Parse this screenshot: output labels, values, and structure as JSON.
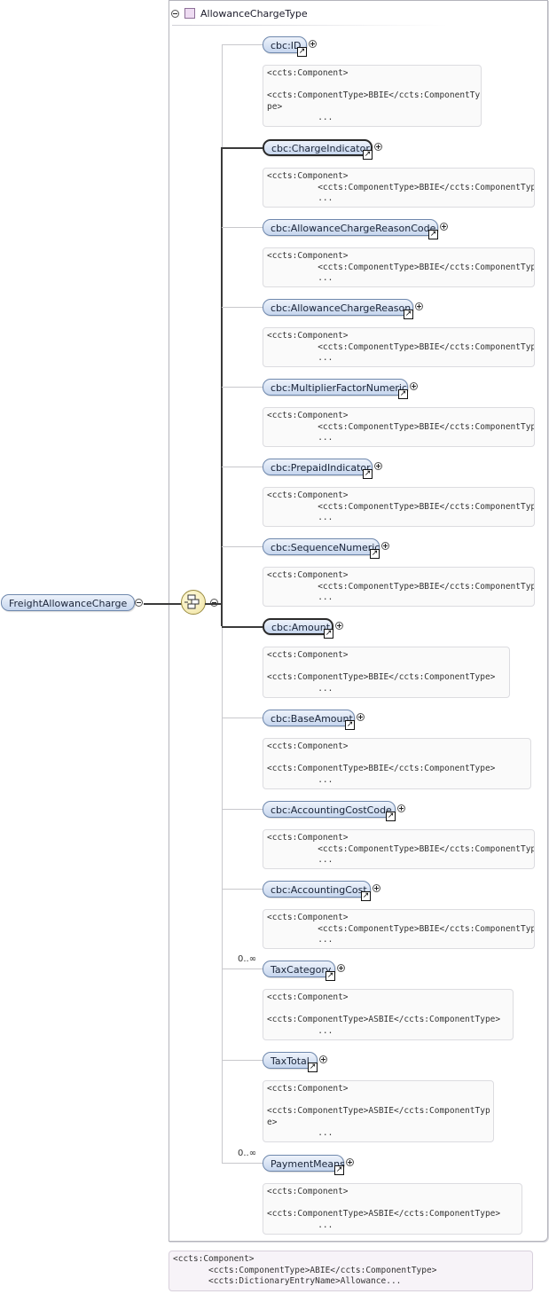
{
  "root": {
    "label": "FreightAllowanceCharge"
  },
  "type_header": {
    "label": "AllowanceChargeType"
  },
  "children": [
    {
      "label": "cbc:ID",
      "required": false,
      "occ": "",
      "doc": "<ccts:Component>\n\n<ccts:ComponentType>BBIE</ccts:ComponentTy\npe>\n          ..."
    },
    {
      "label": "cbc:ChargeIndicator",
      "required": true,
      "occ": "",
      "doc": "<ccts:Component>\n          <ccts:ComponentType>BBIE</ccts:ComponentType>\n          ..."
    },
    {
      "label": "cbc:AllowanceChargeReasonCode",
      "required": false,
      "occ": "",
      "doc": "<ccts:Component>\n          <ccts:ComponentType>BBIE</ccts:ComponentType>\n          ..."
    },
    {
      "label": "cbc:AllowanceChargeReason",
      "required": false,
      "occ": "",
      "doc": "<ccts:Component>\n          <ccts:ComponentType>BBIE</ccts:ComponentType>\n          ..."
    },
    {
      "label": "cbc:MultiplierFactorNumeric",
      "required": false,
      "occ": "",
      "doc": "<ccts:Component>\n          <ccts:ComponentType>BBIE</ccts:ComponentType>\n          ..."
    },
    {
      "label": "cbc:PrepaidIndicator",
      "required": false,
      "occ": "",
      "doc": "<ccts:Component>\n          <ccts:ComponentType>BBIE</ccts:ComponentType>\n          ..."
    },
    {
      "label": "cbc:SequenceNumeric",
      "required": false,
      "occ": "",
      "doc": "<ccts:Component>\n          <ccts:ComponentType>BBIE</ccts:ComponentType>\n          ..."
    },
    {
      "label": "cbc:Amount",
      "required": true,
      "occ": "",
      "doc": "<ccts:Component>\n\n<ccts:ComponentType>BBIE</ccts:ComponentType>\n          ..."
    },
    {
      "label": "cbc:BaseAmount",
      "required": false,
      "occ": "",
      "doc": "<ccts:Component>\n\n<ccts:ComponentType>BBIE</ccts:ComponentType>\n          ..."
    },
    {
      "label": "cbc:AccountingCostCode",
      "required": false,
      "occ": "",
      "doc": "<ccts:Component>\n          <ccts:ComponentType>BBIE</ccts:ComponentType>\n          ..."
    },
    {
      "label": "cbc:AccountingCost",
      "required": false,
      "occ": "",
      "doc": "<ccts:Component>\n          <ccts:ComponentType>BBIE</ccts:ComponentType>\n          ..."
    },
    {
      "label": "TaxCategory",
      "required": false,
      "occ": "0..∞",
      "doc": "<ccts:Component>\n\n<ccts:ComponentType>ASBIE</ccts:ComponentType>\n          ..."
    },
    {
      "label": "TaxTotal",
      "required": false,
      "occ": "",
      "doc": "<ccts:Component>\n\n<ccts:ComponentType>ASBIE</ccts:ComponentTyp\ne>\n          ..."
    },
    {
      "label": "PaymentMeans",
      "required": false,
      "occ": "0..∞",
      "doc": "<ccts:Component>\n\n<ccts:ComponentType>ASBIE</ccts:ComponentType>\n          ..."
    }
  ],
  "bottom_doc": "<ccts:Component>\n       <ccts:ComponentType>ABIE</ccts:ComponentType>\n       <ccts:DictionaryEntryName>Allowance..."
}
